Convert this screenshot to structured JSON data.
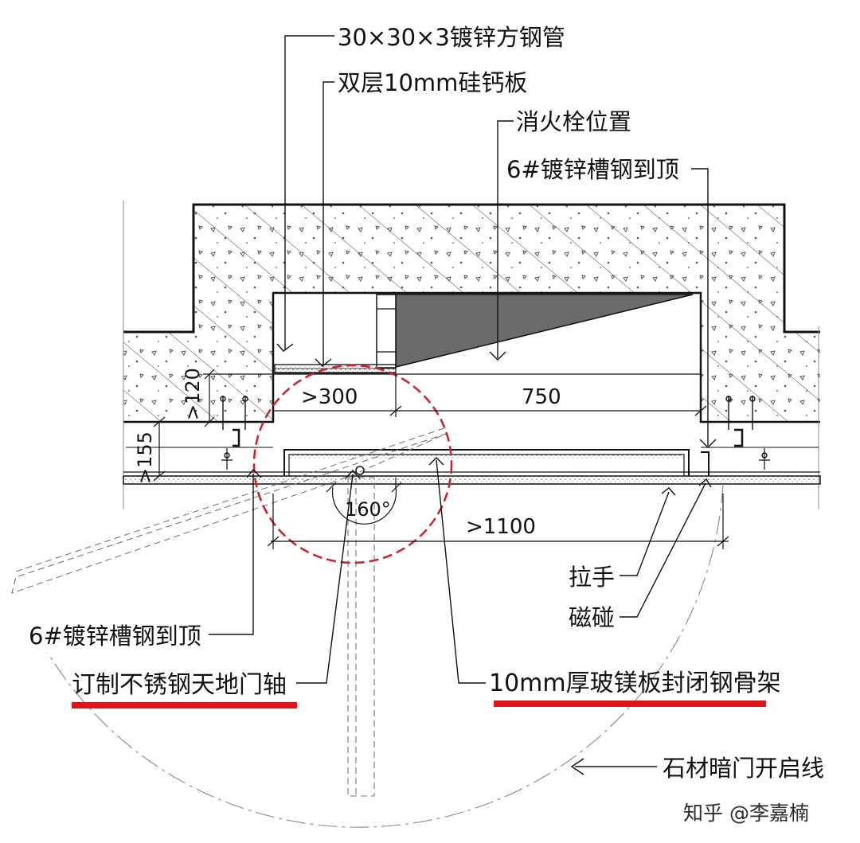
{
  "labels": {
    "square_tube": "30×30×3镀锌方钢管",
    "double_board": "双层10mm硅钙板",
    "hydrant_position": "消火栓位置",
    "channel_steel_right": "6#镀锌槽钢到顶",
    "handle": "拉手",
    "magnet": "磁碰",
    "channel_steel_left": "6#镀锌槽钢到顶",
    "pivot": "订制不锈钢天地门轴",
    "mgo_board": "10mm厚玻镁板封闭钢骨架",
    "opening_line": "石材暗门开启线"
  },
  "dimensions": {
    "d300": ">300",
    "d750": "750",
    "d120": ">120",
    "d155": ">155",
    "d1100": ">1100",
    "angle": "160°"
  },
  "watermark": "知乎 @李嘉楠",
  "colors": {
    "line": "#111111",
    "highlight_circle": "#c8272d",
    "underline": "#e0141c",
    "hydrant_fill": "#6b6b6b"
  }
}
